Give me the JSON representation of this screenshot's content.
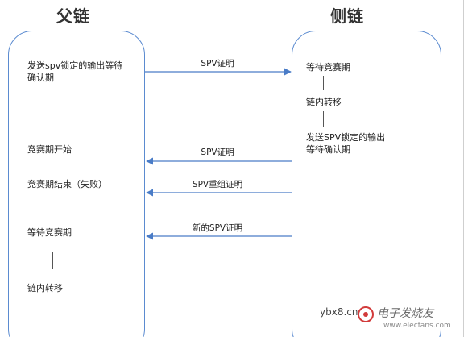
{
  "titles": {
    "parent": "父链",
    "side": "侧链"
  },
  "parent_chain": {
    "send_line1": "发送spv锁定的输出等待",
    "send_line2": "确认期",
    "contest_start": "竞赛期开始",
    "contest_end": "竞赛期结束（失败）",
    "wait_contest": "等待竞赛期",
    "intra_transfer": "链内转移"
  },
  "side_chain": {
    "wait_contest": "等待竞赛期",
    "intra_transfer": "链内转移",
    "send_line1": "发送SPV锁定的输出",
    "send_line2": "等待确认期"
  },
  "arrows": {
    "spv_proof_1": "SPV证明",
    "spv_proof_2": "SPV证明",
    "spv_reorg_proof": "SPV重组证明",
    "new_spv_proof": "新的SPV证明"
  },
  "watermark": {
    "url": "ybx8.cn",
    "brand": "电子发烧友",
    "site": "www.elecfans.com"
  },
  "colors": {
    "box_border": "#5b8bd0",
    "arrow": "#4a7cc7",
    "text": "#222222"
  }
}
